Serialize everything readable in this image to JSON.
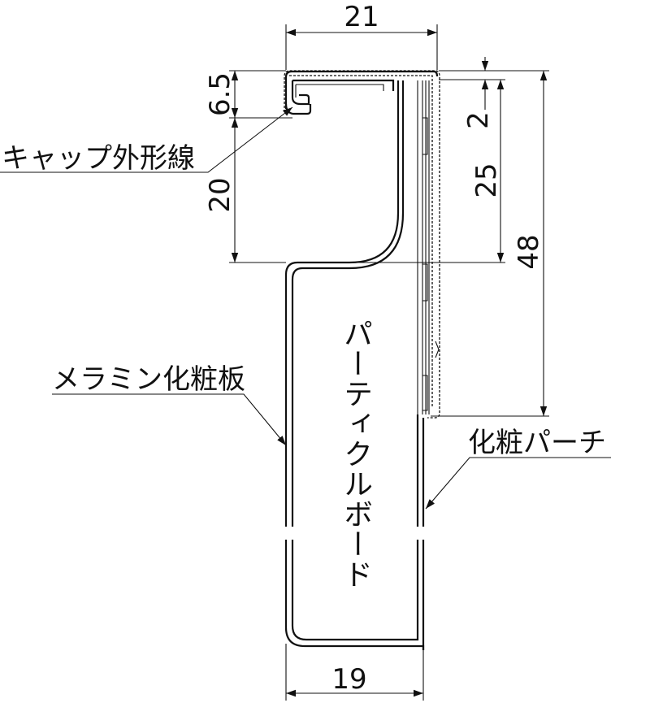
{
  "dimensions": {
    "top_width": "21",
    "bottom_width": "19",
    "cap_height": "6.5",
    "gap": "2",
    "upper_height": "20",
    "inner_height": "25",
    "total_height": "48"
  },
  "labels": {
    "cap_outline": "キャップ外形線",
    "melamine_board": "メラミン化粧板",
    "particle_board": "パーティクルボード",
    "decorative_edge": "化粧パーチ"
  }
}
